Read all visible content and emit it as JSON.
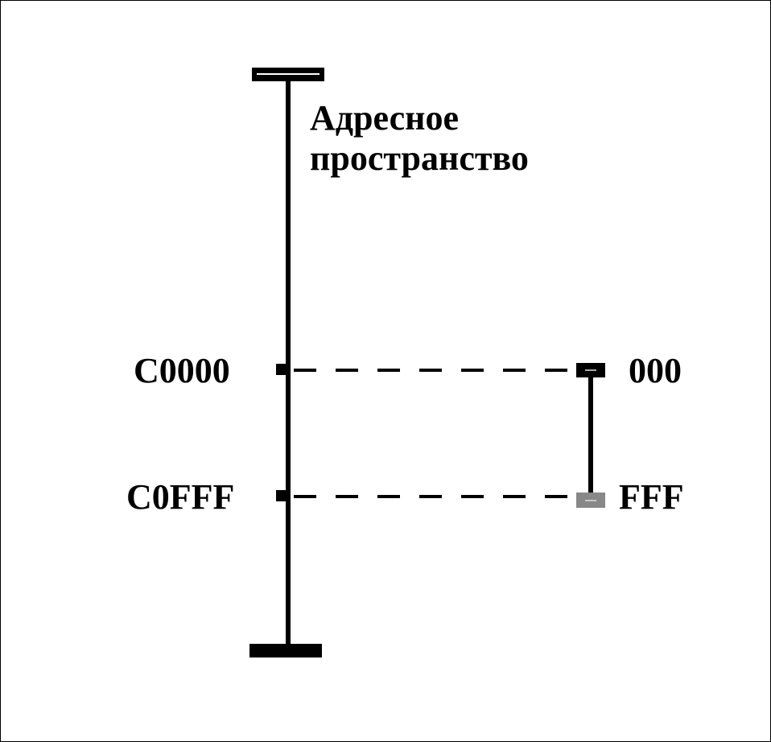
{
  "title": {
    "line1": "Адресное",
    "line2": "пространство"
  },
  "address_space": {
    "start_label": "C0000",
    "end_label": "C0FFF"
  },
  "segment": {
    "start_label": "000",
    "end_label": "FFF"
  },
  "colors": {
    "line": "#000000",
    "marker_end_gray": "#888888",
    "background": "#ffffff"
  }
}
